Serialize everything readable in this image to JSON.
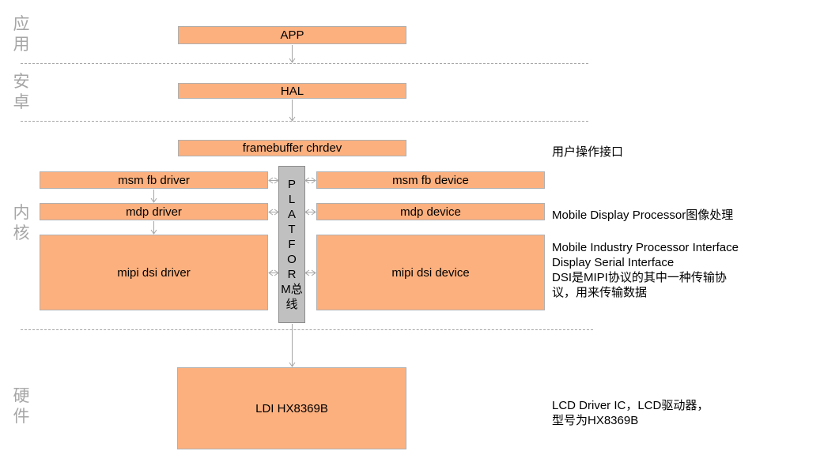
{
  "layers": {
    "app": [
      "应",
      "用"
    ],
    "android": [
      "安",
      "卓"
    ],
    "kernel": [
      "内",
      "核"
    ],
    "hardware": [
      "硬",
      "件"
    ]
  },
  "boxes": {
    "app": "APP",
    "hal": "HAL",
    "framebuffer": "framebuffer chrdev",
    "msm_fb_driver": "msm fb driver",
    "msm_fb_device": "msm fb device",
    "mdp_driver": "mdp driver",
    "mdp_device": "mdp device",
    "mipi_dsi_driver": "mipi dsi driver",
    "mipi_dsi_device": "mipi dsi device",
    "ldi": "LDI HX8369B"
  },
  "bus": {
    "chars": [
      "P",
      "L",
      "A",
      "T",
      "F",
      "O",
      "R",
      "M总",
      "线"
    ]
  },
  "notes": {
    "user_interface": "用户操作接口",
    "mdp": "Mobile Display Processor图像处理",
    "mipi": "Mobile Industry Processor Interface\nDisplay Serial Interface\nDSI是MIPI协议的其中一种传输协\n议，用来传输数据",
    "lcd": "LCD Driver IC，LCD驱动器，\n型号为HX8369B"
  },
  "colors": {
    "box_fill": "#fcb07e",
    "bus_fill": "#c0c0c0",
    "layer_text": "#a6a6a6",
    "arrow": "#a6a6a6"
  }
}
